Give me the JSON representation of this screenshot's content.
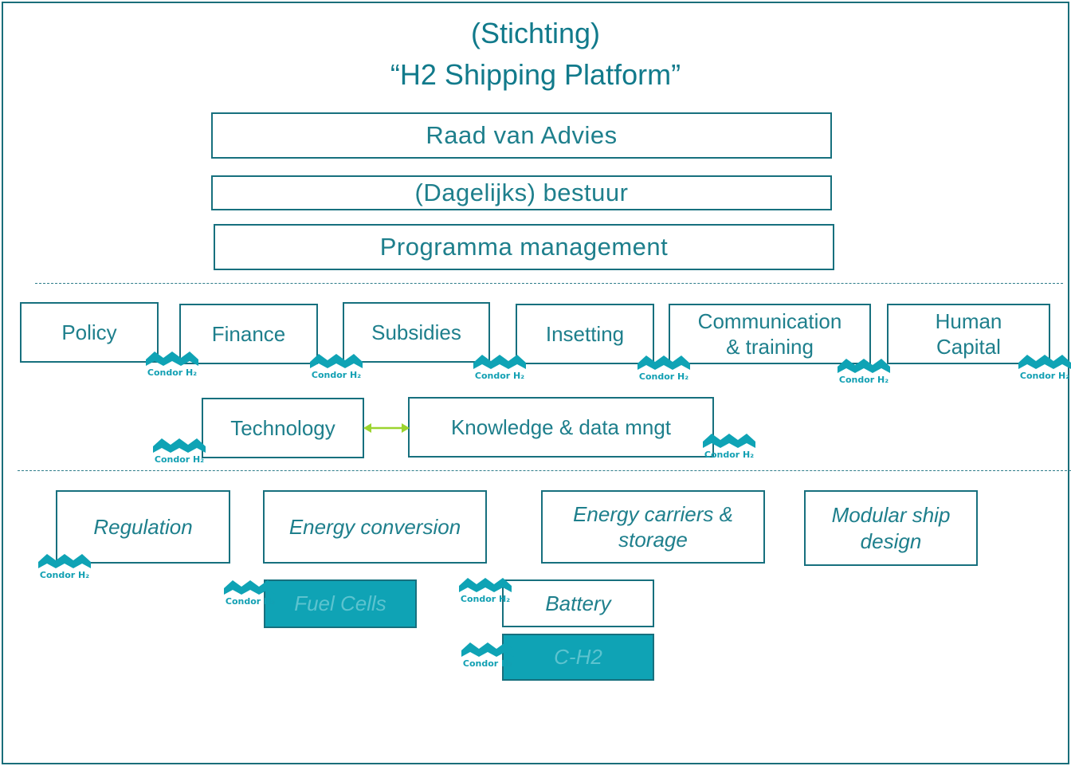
{
  "title": {
    "line1": "(Stichting)",
    "line2": "“H2 Shipping Platform”"
  },
  "governance": {
    "advisory": "Raad van Advies",
    "board": "(Dagelijks) bestuur",
    "program": "Programma management"
  },
  "workgroups": {
    "policy": "Policy",
    "finance": "Finance",
    "subsidies": "Subsidies",
    "insetting": "Insetting",
    "communication_1": "Communication",
    "communication_2": "& training",
    "human_1": "Human",
    "human_2": "Capital",
    "technology": "Technology",
    "knowledge": "Knowledge & data mngt"
  },
  "tech_groups": {
    "regulation": "Regulation",
    "energy_conversion": "Energy conversion",
    "carriers_1": "Energy carriers &",
    "carriers_2": "storage",
    "modular_1": "Modular ship",
    "modular_2": "design",
    "fuel_cells": "Fuel Cells",
    "battery": "Battery",
    "ch2": "C-H2"
  },
  "logo": {
    "text": "Condor H₂",
    "icon": "condor-h2-logo-icon"
  },
  "colors": {
    "border": "#17707e",
    "text": "#1e7f8c",
    "accent": "#0fa3b5",
    "arrow": "#9bd42f"
  }
}
